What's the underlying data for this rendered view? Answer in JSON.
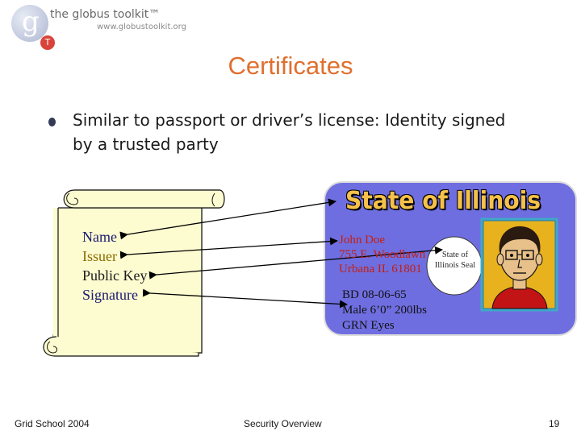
{
  "logo": {
    "letter": "g",
    "badge": "T",
    "name": "the globus toolkit™",
    "url": "www.globustoolkit.org"
  },
  "slide": {
    "title": "Certificates",
    "bullet": "Similar to passport or driver’s license: Identity signed by a trusted party"
  },
  "certificate": {
    "fields": [
      "Name",
      "Issuer",
      "Public Key",
      "Signature"
    ],
    "field_colors": [
      "#1a1a6e",
      "#1a1a6e",
      "#1a1a6e",
      "#1a1a6e"
    ]
  },
  "card": {
    "title": "State of Illinois",
    "name": "John Doe",
    "street": "755 E. Woodlawn",
    "city": "Urbana IL 61801",
    "birthdate": "BD 08-06-65",
    "stats": "Male 6’0” 200lbs",
    "eyes": "GRN Eyes",
    "seal": "State of Illinois Seal",
    "colors": {
      "card": "#6f6ee0",
      "photo": "#e8b21e",
      "title": "#f6c14a"
    }
  },
  "footer": {
    "left": "Grid School 2004",
    "center": "Security Overview",
    "page": "19"
  }
}
